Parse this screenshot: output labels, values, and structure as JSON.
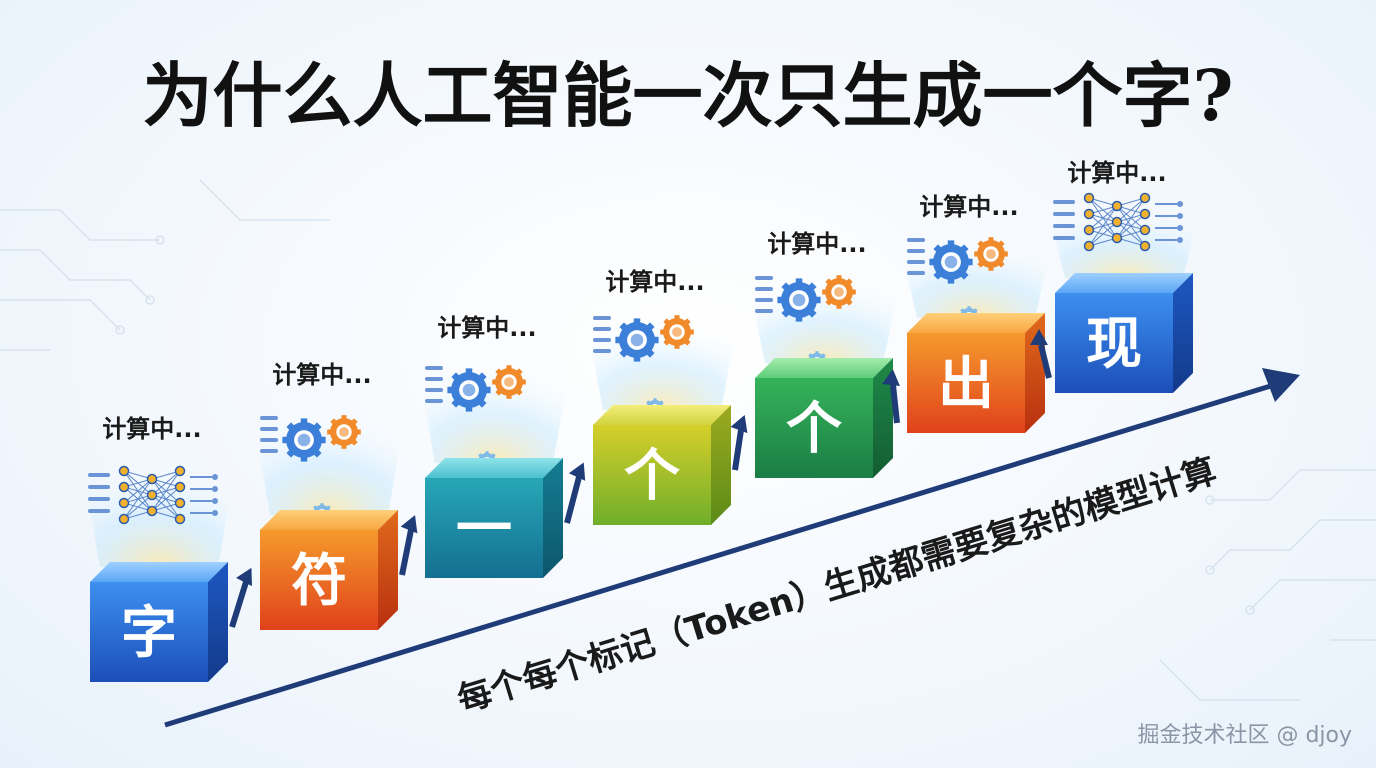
{
  "title": "为什么人工智能一次只生成一个字?",
  "computing_label": "计算中...",
  "steps": [
    {
      "char": "字",
      "color": "blue",
      "icon": "neural-network-icon"
    },
    {
      "char": "符",
      "color": "orange",
      "icon": "gears-icon"
    },
    {
      "char": "一",
      "color": "teal",
      "icon": "gears-icon"
    },
    {
      "char": "个",
      "color": "yellow-green",
      "icon": "gears-icon"
    },
    {
      "char": "个",
      "color": "green",
      "icon": "gears-icon"
    },
    {
      "char": "出",
      "color": "orange",
      "icon": "gears-icon"
    },
    {
      "char": "现",
      "color": "blue",
      "icon": "neural-network-icon"
    }
  ],
  "caption": "每个每个标记（Token）生成都需要复杂的模型计算",
  "watermark": "掘金技术社区 @ djoy",
  "colors": {
    "title": "#111111",
    "arrow": "#1f3c78",
    "text": "#1a1a1a"
  }
}
